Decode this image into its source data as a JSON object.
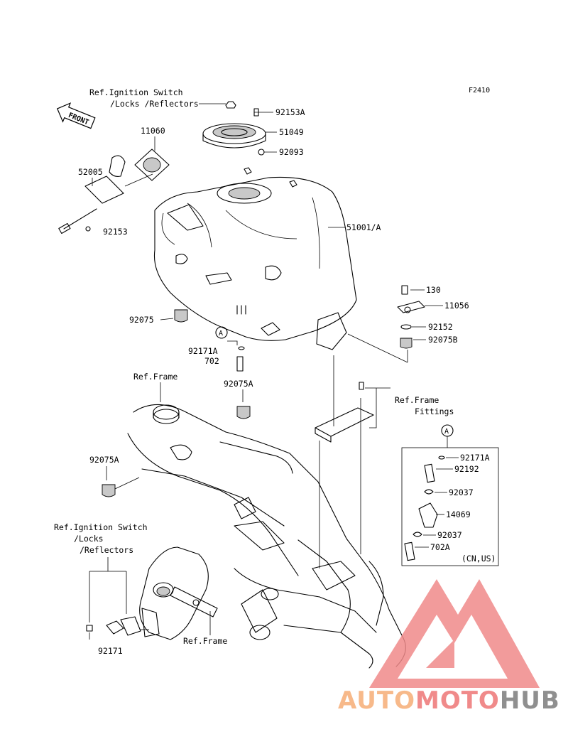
{
  "figure_code": "F2410",
  "front_label": "FRONT",
  "ref_labels": {
    "top_left": [
      "Ref.Ignition Switch",
      "/Locks /Reflectors"
    ],
    "frame_top": "Ref.Frame",
    "frame_fittings": [
      "Ref.Frame",
      "Fittings"
    ],
    "bottom_left": [
      "Ref.Ignition Switch",
      "/Locks",
      "/Reflectors"
    ],
    "frame_bottom": "Ref.Frame"
  },
  "parts": {
    "p92153A": "92153A",
    "p51049": "51049",
    "p92093": "92093",
    "p11060": "11060",
    "p52005": "52005",
    "p92153": "92153",
    "p51001A": "51001/A",
    "p130": "130",
    "p11056": "11056",
    "p92152": "92152",
    "p92075B": "92075B",
    "p92075": "92075",
    "p92171A": "92171A",
    "p702": "702",
    "p92075A_top": "92075A",
    "p92075A_left": "92075A",
    "inset_92171A": "92171A",
    "inset_92192": "92192",
    "inset_92037a": "92037",
    "inset_14069": "14069",
    "inset_92037b": "92037",
    "inset_702A": "702A",
    "p92171": "92171"
  },
  "callout_letter": "A",
  "inset_letter": "A",
  "inset_note": "(CN,US)",
  "watermark": {
    "part1": "AUTO",
    "part2": "MOTO",
    "part3": "HUB",
    "color_orange": "#f7b98a",
    "color_red": "#f08a8a",
    "color_gray": "#8f8f8f"
  }
}
